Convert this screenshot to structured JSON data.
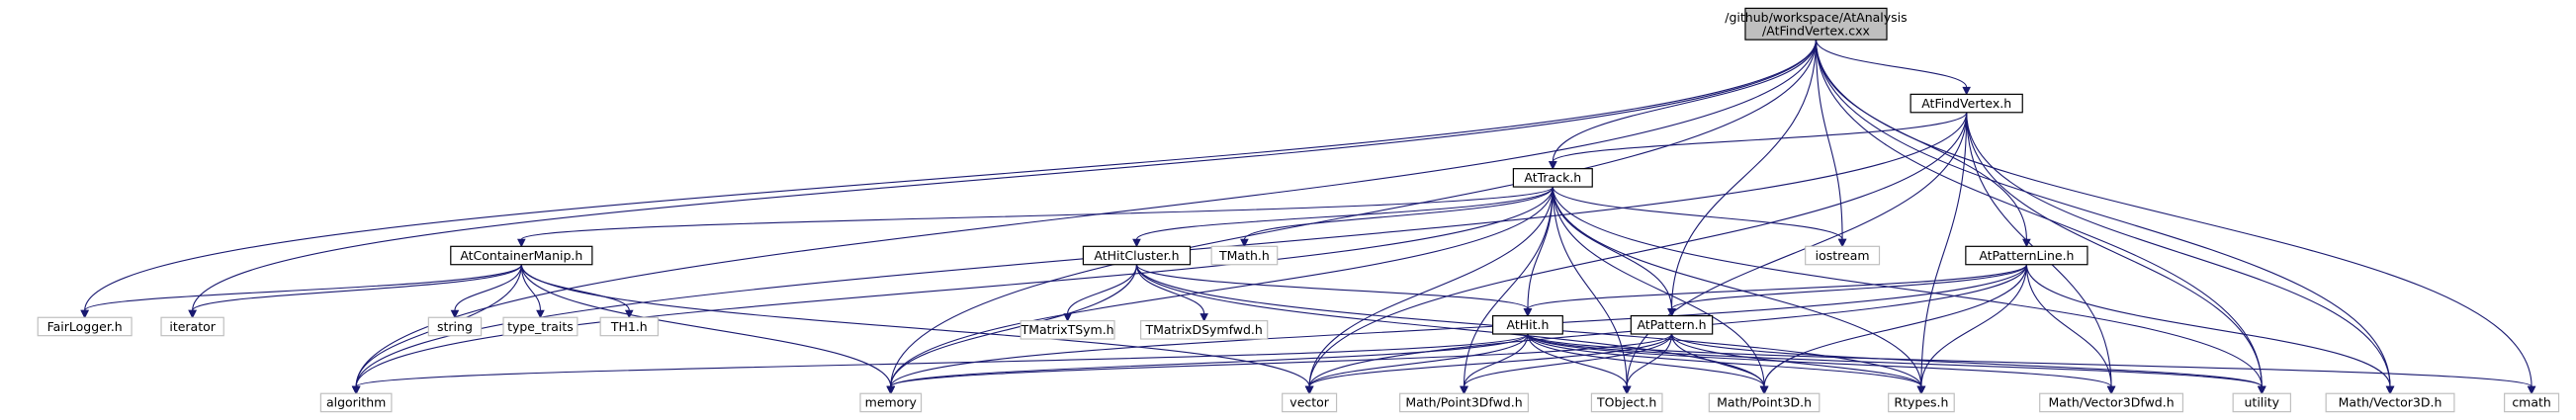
{
  "title": "/github/workspace/AtAnalysis/AtFindVertex.cxx",
  "colors": {
    "edge": "#191970",
    "root_fill": "#bfbfbf",
    "root_border": "#000000",
    "local_border": "#000000",
    "system_border": "#bfbfbf",
    "label_system": "#000000"
  },
  "nodes": [
    {
      "id": "root",
      "lines": [
        "/github/workspace/AtAnalysis",
        "/AtFindVertex.cxx"
      ],
      "kind": "root"
    },
    {
      "id": "atfindvertex_h",
      "lines": [
        "AtFindVertex.h"
      ],
      "kind": "local"
    },
    {
      "id": "attrack_h",
      "lines": [
        "AtTrack.h"
      ],
      "kind": "local"
    },
    {
      "id": "atpatternline_h",
      "lines": [
        "AtPatternLine.h"
      ],
      "kind": "local"
    },
    {
      "id": "atcontainermanip_h",
      "lines": [
        "AtContainerManip.h"
      ],
      "kind": "local"
    },
    {
      "id": "athitcluster_h",
      "lines": [
        "AtHitCluster.h"
      ],
      "kind": "local"
    },
    {
      "id": "athit_h",
      "lines": [
        "AtHit.h"
      ],
      "kind": "local"
    },
    {
      "id": "atpattern_h",
      "lines": [
        "AtPattern.h"
      ],
      "kind": "local"
    },
    {
      "id": "tmath_h",
      "lines": [
        "TMath.h"
      ],
      "kind": "system"
    },
    {
      "id": "iostream",
      "lines": [
        "iostream"
      ],
      "kind": "system"
    },
    {
      "id": "tmatrixtsym_h",
      "lines": [
        "TMatrixTSym.h"
      ],
      "kind": "system"
    },
    {
      "id": "tmatrixdsymfwd_h",
      "lines": [
        "TMatrixDSymfwd.h"
      ],
      "kind": "system"
    },
    {
      "id": "fairlogger_h",
      "lines": [
        "FairLogger.h"
      ],
      "kind": "system"
    },
    {
      "id": "iterator",
      "lines": [
        "iterator"
      ],
      "kind": "system"
    },
    {
      "id": "string",
      "lines": [
        "string"
      ],
      "kind": "system"
    },
    {
      "id": "type_traits",
      "lines": [
        "type_traits"
      ],
      "kind": "system"
    },
    {
      "id": "th1_h",
      "lines": [
        "TH1.h"
      ],
      "kind": "system"
    },
    {
      "id": "algorithm",
      "lines": [
        "algorithm"
      ],
      "kind": "system"
    },
    {
      "id": "memory",
      "lines": [
        "memory"
      ],
      "kind": "system"
    },
    {
      "id": "vector",
      "lines": [
        "vector"
      ],
      "kind": "system"
    },
    {
      "id": "point3dfwd_h",
      "lines": [
        "Math/Point3Dfwd.h"
      ],
      "kind": "system"
    },
    {
      "id": "tobject_h",
      "lines": [
        "TObject.h"
      ],
      "kind": "system"
    },
    {
      "id": "point3d_h",
      "lines": [
        "Math/Point3D.h"
      ],
      "kind": "system"
    },
    {
      "id": "rtypes_h",
      "lines": [
        "Rtypes.h"
      ],
      "kind": "system"
    },
    {
      "id": "vector3dfwd_h",
      "lines": [
        "Math/Vector3Dfwd.h"
      ],
      "kind": "system"
    },
    {
      "id": "utility",
      "lines": [
        "utility"
      ],
      "kind": "system"
    },
    {
      "id": "vector3d_h",
      "lines": [
        "Math/Vector3D.h"
      ],
      "kind": "system"
    },
    {
      "id": "cmath",
      "lines": [
        "cmath"
      ],
      "kind": "system"
    }
  ],
  "edges": [
    [
      "root",
      "atfindvertex_h"
    ],
    [
      "root",
      "attrack_h"
    ],
    [
      "root",
      "atpatternline_h"
    ],
    [
      "root",
      "fairlogger_h"
    ],
    [
      "root",
      "iterator"
    ],
    [
      "root",
      "algorithm"
    ],
    [
      "root",
      "memory"
    ],
    [
      "root",
      "iostream"
    ],
    [
      "root",
      "utility"
    ],
    [
      "root",
      "vector3d_h"
    ],
    [
      "root",
      "cmath"
    ],
    [
      "root",
      "atpattern_h"
    ],
    [
      "atfindvertex_h",
      "attrack_h"
    ],
    [
      "atfindvertex_h",
      "algorithm"
    ],
    [
      "atfindvertex_h",
      "vector"
    ],
    [
      "atfindvertex_h",
      "tobject_h"
    ],
    [
      "atfindvertex_h",
      "rtypes_h"
    ],
    [
      "atfindvertex_h",
      "vector3dfwd_h"
    ],
    [
      "atfindvertex_h",
      "utility"
    ],
    [
      "atfindvertex_h",
      "vector3d_h"
    ],
    [
      "attrack_h",
      "atcontainermanip_h"
    ],
    [
      "attrack_h",
      "athitcluster_h"
    ],
    [
      "attrack_h",
      "tmath_h"
    ],
    [
      "attrack_h",
      "iostream"
    ],
    [
      "attrack_h",
      "athit_h"
    ],
    [
      "attrack_h",
      "atpattern_h"
    ],
    [
      "attrack_h",
      "algorithm"
    ],
    [
      "attrack_h",
      "memory"
    ],
    [
      "attrack_h",
      "vector"
    ],
    [
      "attrack_h",
      "point3dfwd_h"
    ],
    [
      "attrack_h",
      "tobject_h"
    ],
    [
      "attrack_h",
      "point3d_h"
    ],
    [
      "attrack_h",
      "rtypes_h"
    ],
    [
      "attrack_h",
      "utility"
    ],
    [
      "atcontainermanip_h",
      "fairlogger_h"
    ],
    [
      "atcontainermanip_h",
      "iterator"
    ],
    [
      "atcontainermanip_h",
      "string"
    ],
    [
      "atcontainermanip_h",
      "type_traits"
    ],
    [
      "atcontainermanip_h",
      "th1_h"
    ],
    [
      "atcontainermanip_h",
      "algorithm"
    ],
    [
      "atcontainermanip_h",
      "memory"
    ],
    [
      "atcontainermanip_h",
      "vector"
    ],
    [
      "athitcluster_h",
      "tmatrixtsym_h"
    ],
    [
      "athitcluster_h",
      "tmatrixdsymfwd_h"
    ],
    [
      "athitcluster_h",
      "athit_h"
    ],
    [
      "athitcluster_h",
      "memory"
    ],
    [
      "athitcluster_h",
      "point3d_h"
    ],
    [
      "athitcluster_h",
      "rtypes_h"
    ],
    [
      "athit_h",
      "algorithm"
    ],
    [
      "athit_h",
      "memory"
    ],
    [
      "athit_h",
      "vector"
    ],
    [
      "athit_h",
      "point3dfwd_h"
    ],
    [
      "athit_h",
      "tobject_h"
    ],
    [
      "athit_h",
      "point3d_h"
    ],
    [
      "athit_h",
      "rtypes_h"
    ],
    [
      "athit_h",
      "vector3dfwd_h"
    ],
    [
      "athit_h",
      "utility"
    ],
    [
      "athit_h",
      "cmath"
    ],
    [
      "atpattern_h",
      "memory"
    ],
    [
      "atpattern_h",
      "vector"
    ],
    [
      "atpattern_h",
      "point3dfwd_h"
    ],
    [
      "atpattern_h",
      "tobject_h"
    ],
    [
      "atpattern_h",
      "point3d_h"
    ],
    [
      "atpattern_h",
      "rtypes_h"
    ],
    [
      "atpattern_h",
      "utility"
    ],
    [
      "atpatternline_h",
      "atpattern_h"
    ],
    [
      "atpatternline_h",
      "athit_h"
    ],
    [
      "atpatternline_h",
      "memory"
    ],
    [
      "atpatternline_h",
      "vector"
    ],
    [
      "atpatternline_h",
      "point3d_h"
    ],
    [
      "atpatternline_h",
      "rtypes_h"
    ],
    [
      "atpatternline_h",
      "vector3dfwd_h"
    ],
    [
      "atpatternline_h",
      "vector3d_h"
    ]
  ]
}
